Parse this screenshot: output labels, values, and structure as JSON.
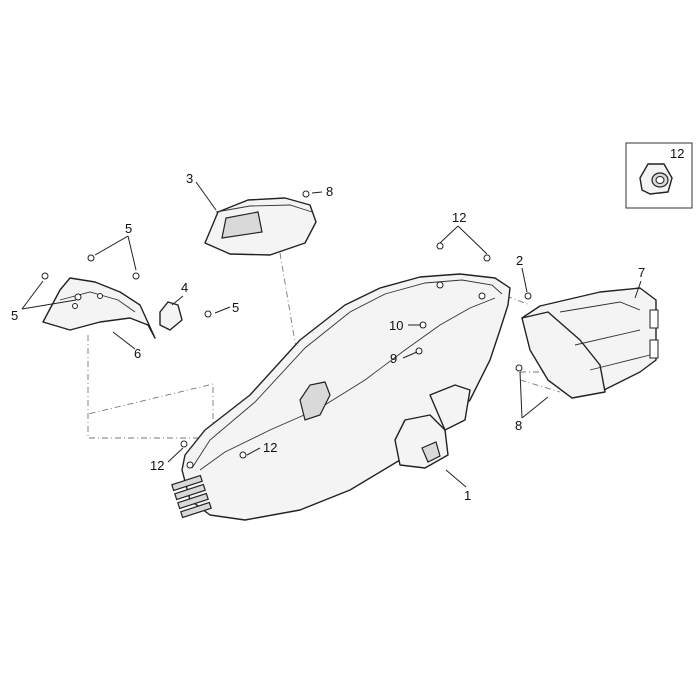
{
  "callouts": {
    "c1": "1",
    "c2": "2",
    "c3": "3",
    "c4": "4",
    "c5a": "5",
    "c5b": "5",
    "c5c": "5",
    "c6": "6",
    "c7": "7",
    "c8a": "8",
    "c8b": "8",
    "c9": "9",
    "c10": "10",
    "c12a": "12",
    "c12b": "12",
    "c12c": "12",
    "c12d": "12"
  }
}
